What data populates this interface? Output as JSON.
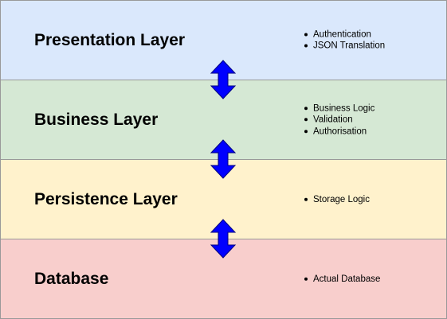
{
  "layers": [
    {
      "title": "Presentation Layer",
      "fill": "#dae8fc",
      "items": [
        "Authentication",
        "JSON Translation"
      ]
    },
    {
      "title": "Business Layer",
      "fill": "#d5e8d4",
      "items": [
        "Business Logic",
        "Validation",
        "Authorisation"
      ]
    },
    {
      "title": "Persistence Layer",
      "fill": "#fff2cc",
      "items": [
        "Storage Logic"
      ]
    },
    {
      "title": "Database",
      "fill": "#f8cecc",
      "items": [
        "Actual Database"
      ]
    }
  ],
  "colors": {
    "border": "#999999",
    "arrow": "#0000ff",
    "arrow_stroke": "#000080"
  },
  "connectors": [
    {
      "between": [
        "Presentation Layer",
        "Business Layer"
      ],
      "icon": "double-arrow-vertical-icon"
    },
    {
      "between": [
        "Business Layer",
        "Persistence Layer"
      ],
      "icon": "double-arrow-vertical-icon"
    },
    {
      "between": [
        "Persistence Layer",
        "Database"
      ],
      "icon": "double-arrow-vertical-icon"
    }
  ]
}
